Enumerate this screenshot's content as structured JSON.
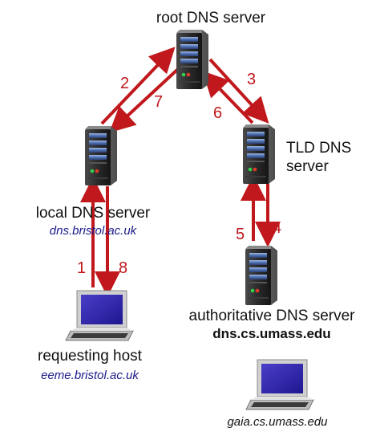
{
  "colors": {
    "arrow": "#c0181c",
    "step_number": "#c0181c",
    "italic_host": "#1a1a8c",
    "text": "#111111"
  },
  "nodes": {
    "root": {
      "label": "root DNS server",
      "icon": "server-icon"
    },
    "tld": {
      "label_line1": "TLD DNS",
      "label_line2": "server",
      "icon": "server-icon"
    },
    "local": {
      "label": "local DNS server",
      "hostname": "dns.bristol.ac.uk",
      "icon": "server-icon"
    },
    "authoritative": {
      "label": "authoritative DNS server",
      "hostname": "dns.cs.umass.edu",
      "icon": "server-icon"
    },
    "requesting_host": {
      "label": "requesting host",
      "hostname": "eeme.bristol.ac.uk",
      "icon": "laptop-icon"
    },
    "target_host": {
      "hostname": "gaia.cs.umass.edu",
      "icon": "laptop-icon"
    }
  },
  "steps": [
    "1",
    "2",
    "3",
    "4",
    "5",
    "6",
    "7",
    "8"
  ]
}
